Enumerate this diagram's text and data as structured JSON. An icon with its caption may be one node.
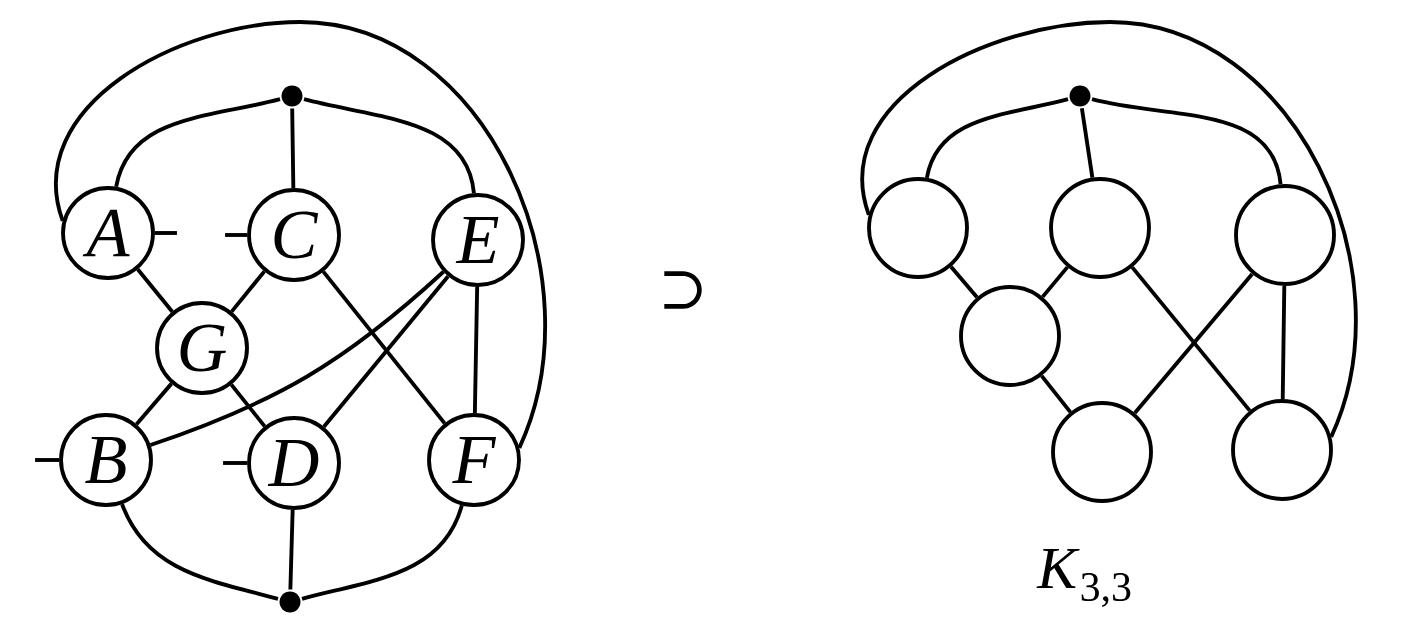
{
  "diagram": {
    "nodes": [
      {
        "text": [],
        "shape": "dot"
      },
      {
        "text": [
          "A"
        ]
      },
      {
        "text": [
          "C"
        ]
      },
      {
        "text": [
          "E"
        ]
      },
      {
        "text": [
          "G"
        ]
      },
      {
        "text": [
          "B"
        ]
      },
      {
        "text": [
          "D"
        ]
      },
      {
        "text": [
          "F"
        ]
      },
      {
        "text": [],
        "shape": "dot"
      },
      {
        "text": [],
        "shape": "dot"
      },
      {
        "text": [],
        "shape": "circle"
      },
      {
        "text": [],
        "shape": "circle"
      },
      {
        "text": [],
        "shape": "circle"
      },
      {
        "text": [],
        "shape": "circle"
      },
      {
        "text": [],
        "shape": "circle"
      },
      {
        "text": [],
        "shape": "circle"
      }
    ],
    "edges": [
      {
        "from": 0,
        "to": 1,
        "arrow": "none"
      },
      {
        "from": 0,
        "to": 2,
        "arrow": "none"
      },
      {
        "from": 0,
        "to": 3,
        "arrow": "none"
      },
      {
        "from": 1,
        "to": 7,
        "arrow": "none"
      },
      {
        "from": 1,
        "to": 4,
        "arrow": "none"
      },
      {
        "from": 2,
        "to": 4,
        "arrow": "none"
      },
      {
        "from": 4,
        "to": 5,
        "arrow": "none"
      },
      {
        "from": 4,
        "to": 6,
        "arrow": "none"
      },
      {
        "from": 2,
        "to": 7,
        "arrow": "none"
      },
      {
        "from": 3,
        "to": 5,
        "arrow": "none"
      },
      {
        "from": 3,
        "to": 6,
        "arrow": "none"
      },
      {
        "from": 3,
        "to": 7,
        "arrow": "none"
      },
      {
        "from": 5,
        "to": 8,
        "arrow": "none"
      },
      {
        "from": 6,
        "to": 8,
        "arrow": "none"
      },
      {
        "from": 7,
        "to": 8,
        "arrow": "none"
      },
      {
        "from": 1,
        "to": null,
        "arrow": "none"
      },
      {
        "from": 2,
        "to": null,
        "arrow": "none"
      },
      {
        "from": 5,
        "to": null,
        "arrow": "none"
      },
      {
        "from": 6,
        "to": null,
        "arrow": "none"
      },
      {
        "from": 9,
        "to": 10,
        "arrow": "none"
      },
      {
        "from": 9,
        "to": 11,
        "arrow": "none"
      },
      {
        "from": 9,
        "to": 12,
        "arrow": "none"
      },
      {
        "from": 10,
        "to": 15,
        "arrow": "none"
      },
      {
        "from": 10,
        "to": 13,
        "arrow": "none"
      },
      {
        "from": 11,
        "to": 13,
        "arrow": "none"
      },
      {
        "from": 13,
        "to": 14,
        "arrow": "none"
      },
      {
        "from": 11,
        "to": 15,
        "arrow": "none"
      },
      {
        "from": 12,
        "to": 14,
        "arrow": "none"
      },
      {
        "from": 12,
        "to": 15,
        "arrow": "none"
      }
    ],
    "labels": [
      "⊃",
      "*K*$_{3,3}$"
    ]
  }
}
